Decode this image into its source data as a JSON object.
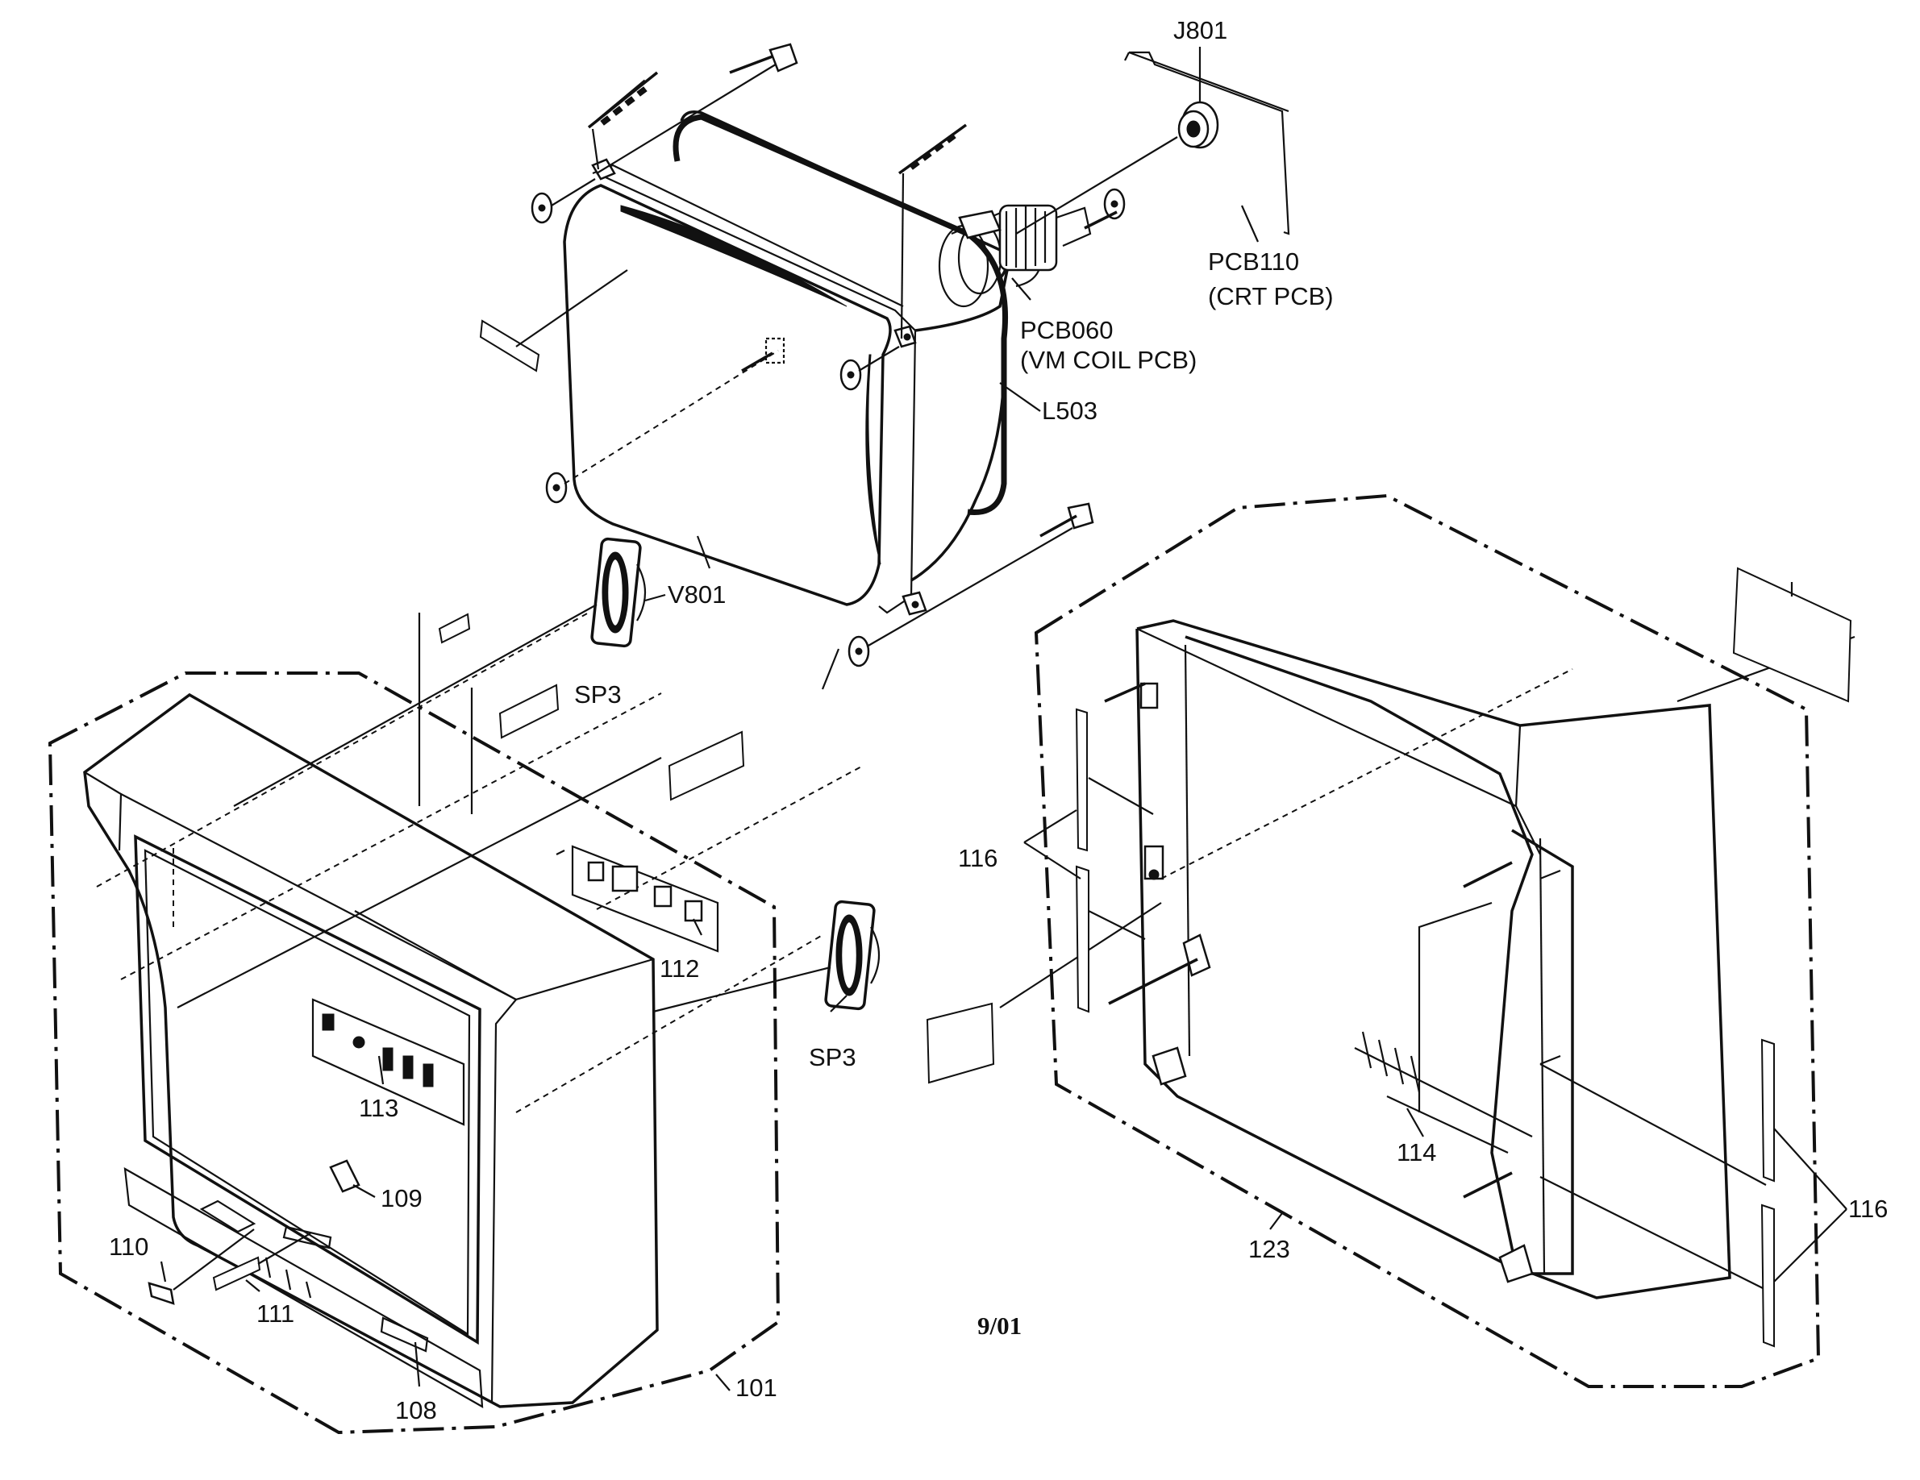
{
  "labels": {
    "j801": "J801",
    "pcb110": "PCB110",
    "pcb110_desc": "(CRT PCB)",
    "pcb060": "PCB060",
    "pcb060_desc": "(VM COIL PCB)",
    "l503": "L503",
    "v801": "V801",
    "sp3_upper": "SP3",
    "sp3_lower": "SP3",
    "p116_left": "116",
    "p116_right": "116",
    "p112": "112",
    "p113": "113",
    "p109": "109",
    "p110": "110",
    "p111": "111",
    "p108": "108",
    "p101": "101",
    "p114": "114",
    "p123": "123"
  },
  "date_code": "9/01"
}
